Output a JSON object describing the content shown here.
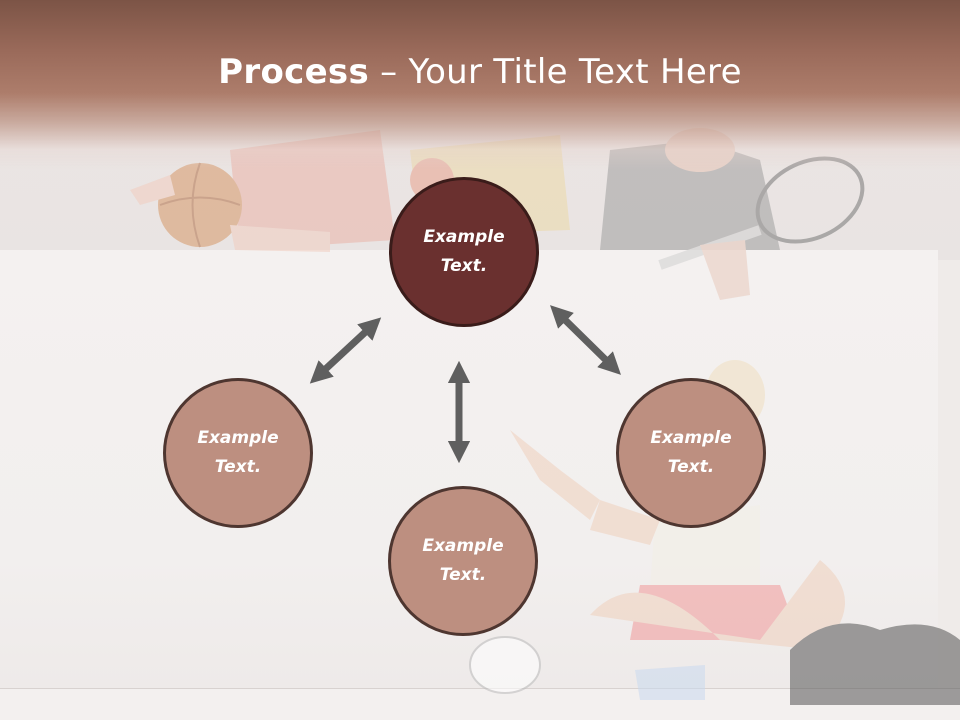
{
  "title": {
    "bold": "Process",
    "rest": " – Your Title Text Here"
  },
  "diagram": {
    "center": "Example\nText.",
    "left": "Example\nText.",
    "bottom": "Example\nText.",
    "right": "Example\nText."
  },
  "colors": {
    "title_band": "#9a6a5a",
    "center_fill": "#6a302f",
    "outer_fill": "#bd8f80",
    "circle_border": "#4e3630",
    "arrow": "#5f5f5f"
  }
}
